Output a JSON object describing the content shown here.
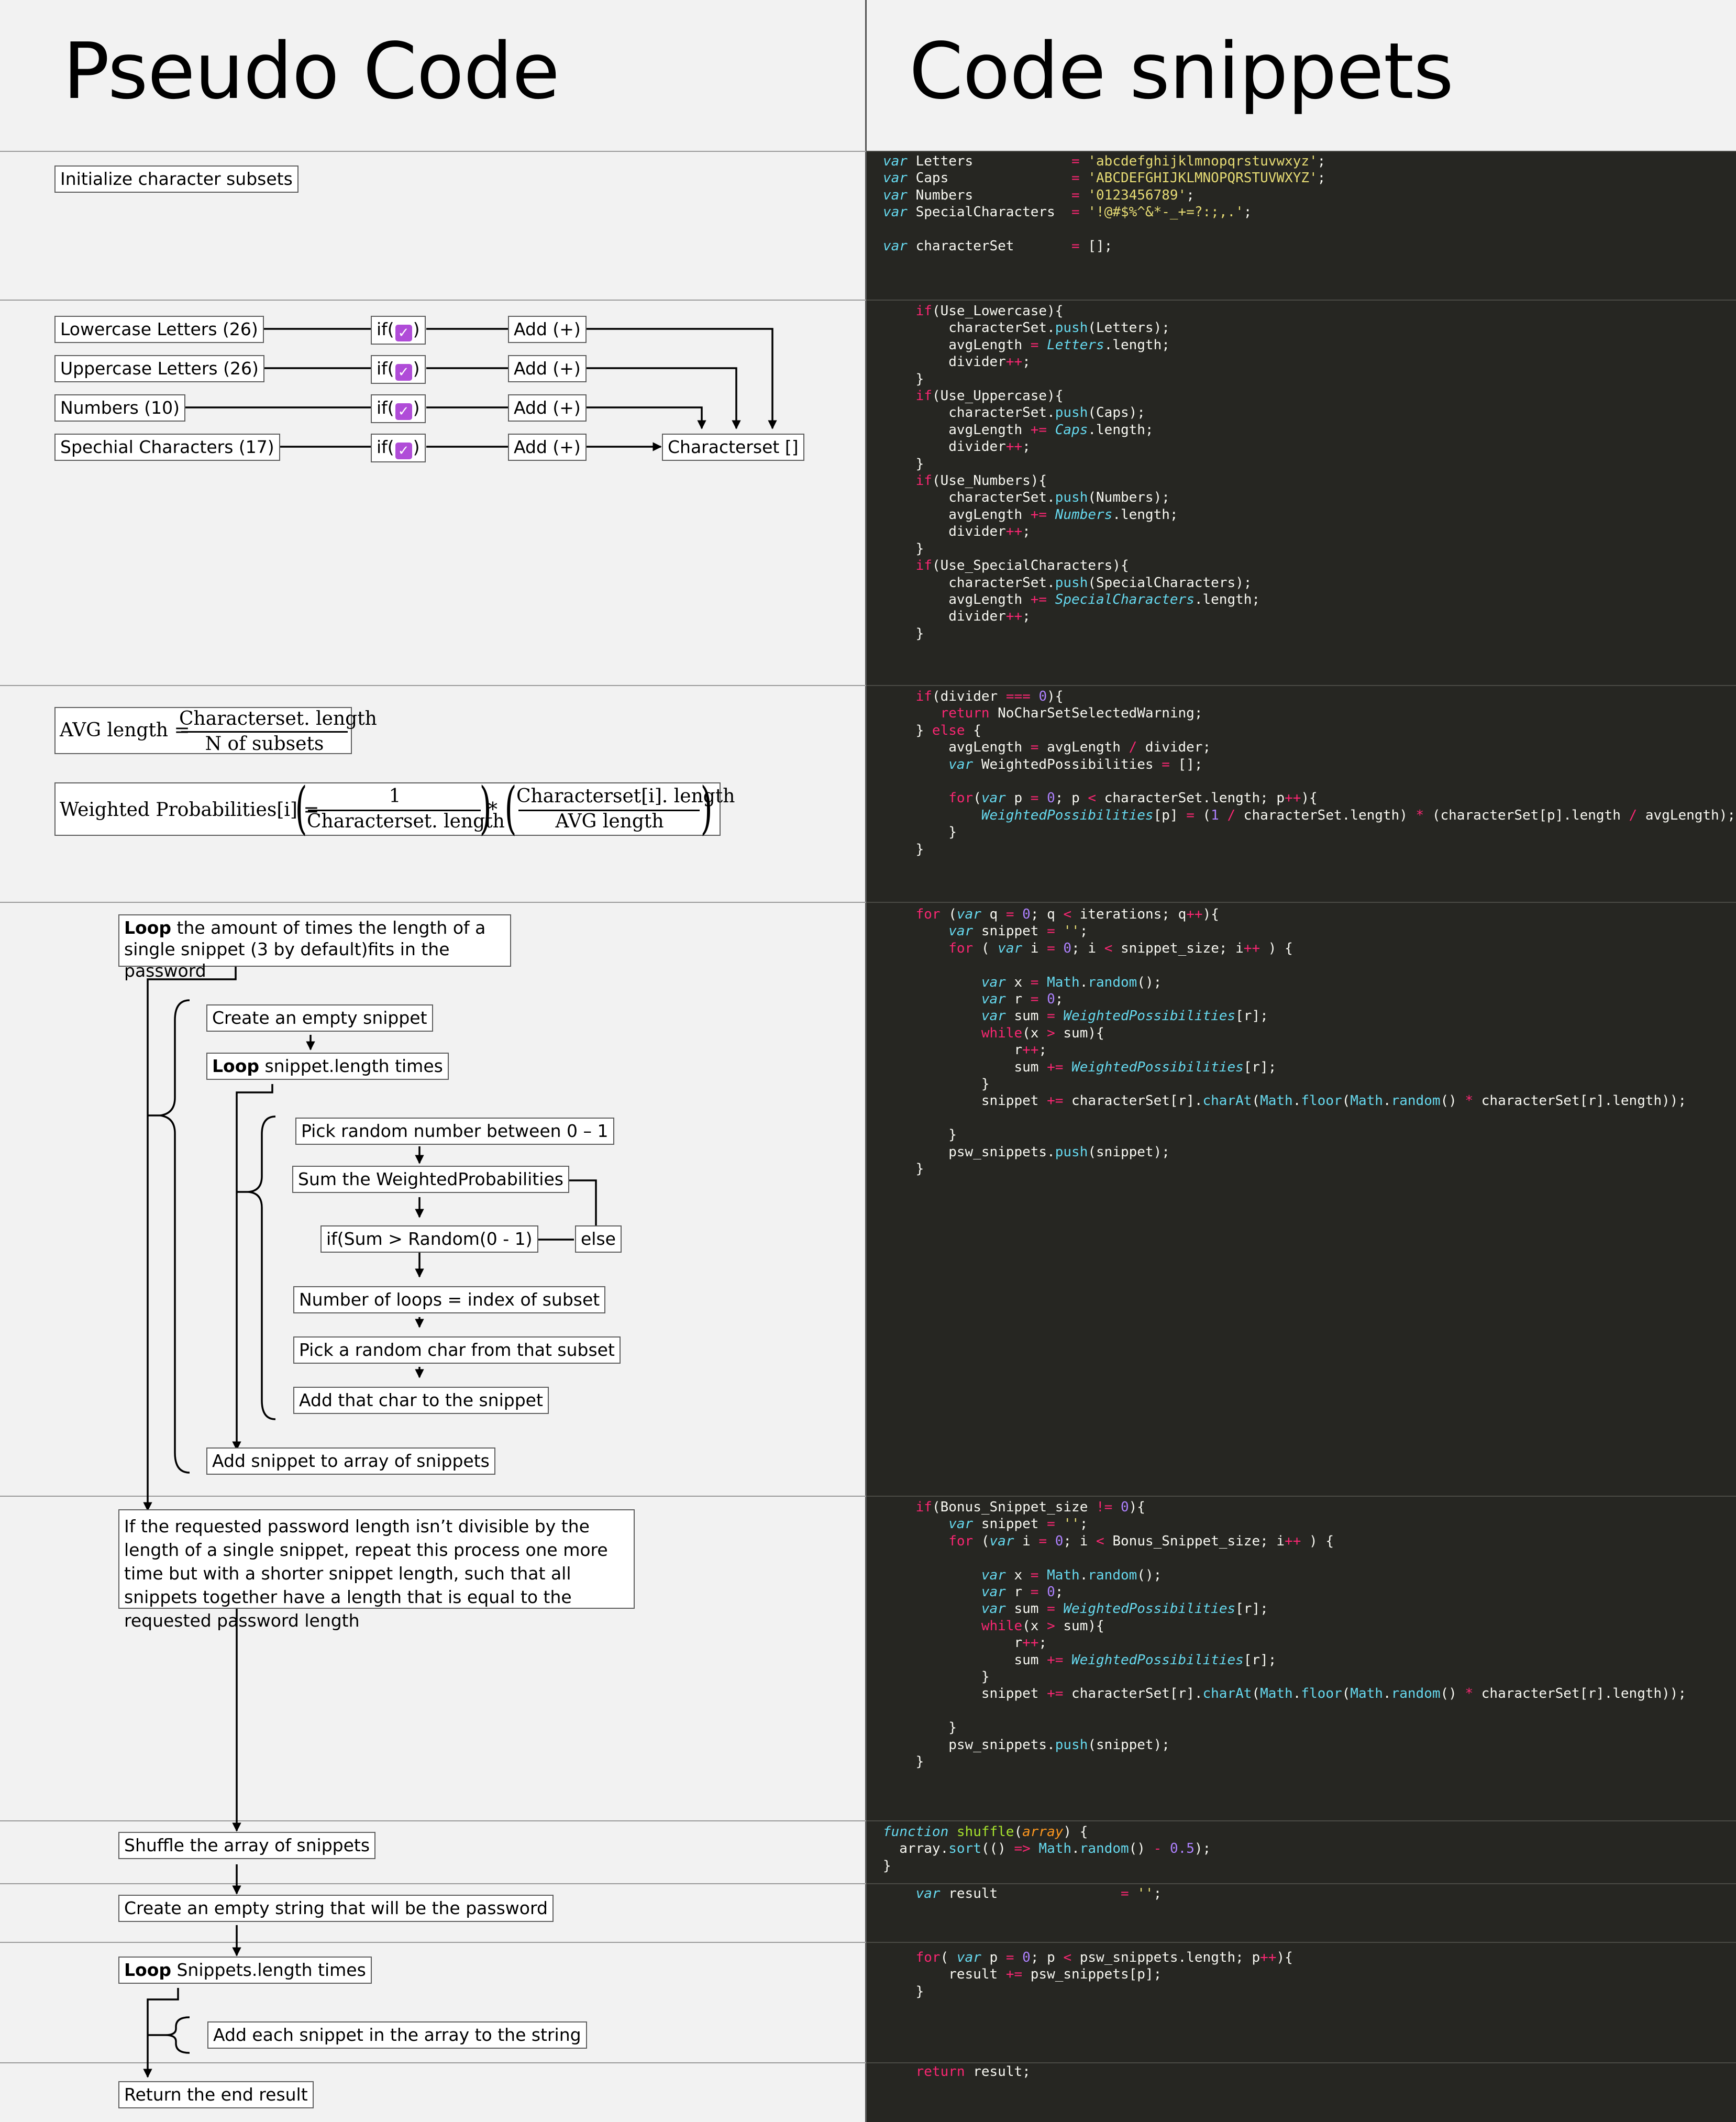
{
  "headers": {
    "left": "Pseudo Code",
    "right": "Code snippets"
  },
  "sections": {
    "init": {
      "box": "Initialize character subsets"
    },
    "subsets": {
      "rows": [
        {
          "label": "Lowercase Letters (26)",
          "cond": "if(",
          "cond_end": ")",
          "action": "Add (+)"
        },
        {
          "label": "Uppercase Letters (26)",
          "cond": "if(",
          "cond_end": ")",
          "action": "Add (+)"
        },
        {
          "label": "Numbers (10)",
          "cond": "if(",
          "cond_end": ")",
          "action": "Add (+)"
        },
        {
          "label": "Spechial Characters (17)",
          "cond": "if(",
          "cond_end": ")",
          "action": "Add (+)"
        }
      ],
      "checkbox_color": "#b04cd8",
      "target": "Characterset []"
    },
    "formulas": {
      "avg": {
        "lhs": "AVG length =",
        "num": "Characterset. length",
        "den": "N of subsets"
      },
      "weighted": {
        "lhs": "Weighted Probabilities[i] =",
        "num1": "1",
        "den1": "Characterset. length",
        "op": "*",
        "num2": "Characterset[i]. length",
        "den2": "AVG length"
      }
    },
    "loop": {
      "outer_bold": "Loop",
      "outer_rest": " the amount of times the length of a",
      "outer_line2": "single snippet (3 by default)fits in the password",
      "empty_snippet": "Create an empty snippet",
      "inner_bold": "Loop",
      "inner_rest": " snippet.length  times",
      "pick_random": "Pick random number between 0 – 1",
      "sum": "Sum the WeightedProbabilities",
      "cond": "if(Sum > Random(0 - 1)",
      "else": "else",
      "num_loops": "Number of loops = index of subset",
      "pick_char": "Pick a random char from that subset",
      "add_char": "Add that char to the snippet",
      "add_snippet": "Add snippet  to array of snippets"
    },
    "bonus": {
      "text": "If the requested password length isn’t divisible by the length of a single snippet, repeat this process one more time but with a shorter snippet length, such that all snippets together have a length that is equal to the requested password length"
    },
    "shuffle": {
      "box": "Shuffle the array of snippets"
    },
    "result_init": {
      "box": "Create an empty string that will be the password"
    },
    "concat": {
      "loop_bold": "Loop",
      "loop_rest": " Snippets.length times",
      "add_each": "Add each snippet in the array to the string"
    },
    "return": {
      "box": "Return the end result"
    }
  },
  "code_snippets": [
    "var Letters            = 'abcdefghijklmnopqrstuvwxyz';\nvar Caps               = 'ABCDEFGHIJKLMNOPQRSTUVWXYZ';\nvar Numbers            = '0123456789';\nvar SpecialCharacters  = '!@#$%^&*-_+=?:;,.';\n\nvar characterSet       = [];",
    "    if(Use_Lowercase){\n        characterSet.push(Letters);\n        avgLength = Letters.length;\n        divider++;\n    }\n    if(Use_Uppercase){\n        characterSet.push(Caps);\n        avgLength += Caps.length;\n        divider++;\n    }\n    if(Use_Numbers){\n        characterSet.push(Numbers);\n        avgLength += Numbers.length;\n        divider++;\n    }\n    if(Use_SpecialCharacters){\n        characterSet.push(SpecialCharacters);\n        avgLength += SpecialCharacters.length;\n        divider++;\n    }",
    "    if(divider === 0){\n       return NoCharSetSelectedWarning;\n    } else {\n        avgLength = avgLength / divider;\n        var WeightedPossibilities = [];\n\n        for(var p = 0; p < characterSet.length; p++){\n            WeightedPossibilities[p] = (1 / characterSet.length) * (characterSet[p].length / avgLength);\n        }\n    }",
    "    for (var q = 0; q < iterations; q++){\n        var snippet = '';\n        for ( var i = 0; i < snippet_size; i++ ) {\n\n            var x = Math.random();\n            var r = 0;\n            var sum = WeightedPossibilities[r];\n            while(x > sum){\n                r++;\n                sum += WeightedPossibilities[r];\n            }\n            snippet += characterSet[r].charAt(Math.floor(Math.random() * characterSet[r].length));\n\n        }\n        psw_snippets.push(snippet);\n    }",
    "    if(Bonus_Snippet_size != 0){\n        var snippet = '';\n        for (var i = 0; i < Bonus_Snippet_size; i++ ) {\n\n            var x = Math.random();\n            var r = 0;\n            var sum = WeightedPossibilities[r];\n            while(x > sum){\n                r++;\n                sum += WeightedPossibilities[r];\n            }\n            snippet += characterSet[r].charAt(Math.floor(Math.random() * characterSet[r].length));\n\n        }\n        psw_snippets.push(snippet);\n    }",
    "function shuffle(array) {\n  array.sort(() => Math.random() - 0.5);\n}",
    "    var result               = '';",
    "    for( var p = 0; p < psw_snippets.length; p++){\n        result += psw_snippets[p];\n    }",
    "    return result;"
  ]
}
